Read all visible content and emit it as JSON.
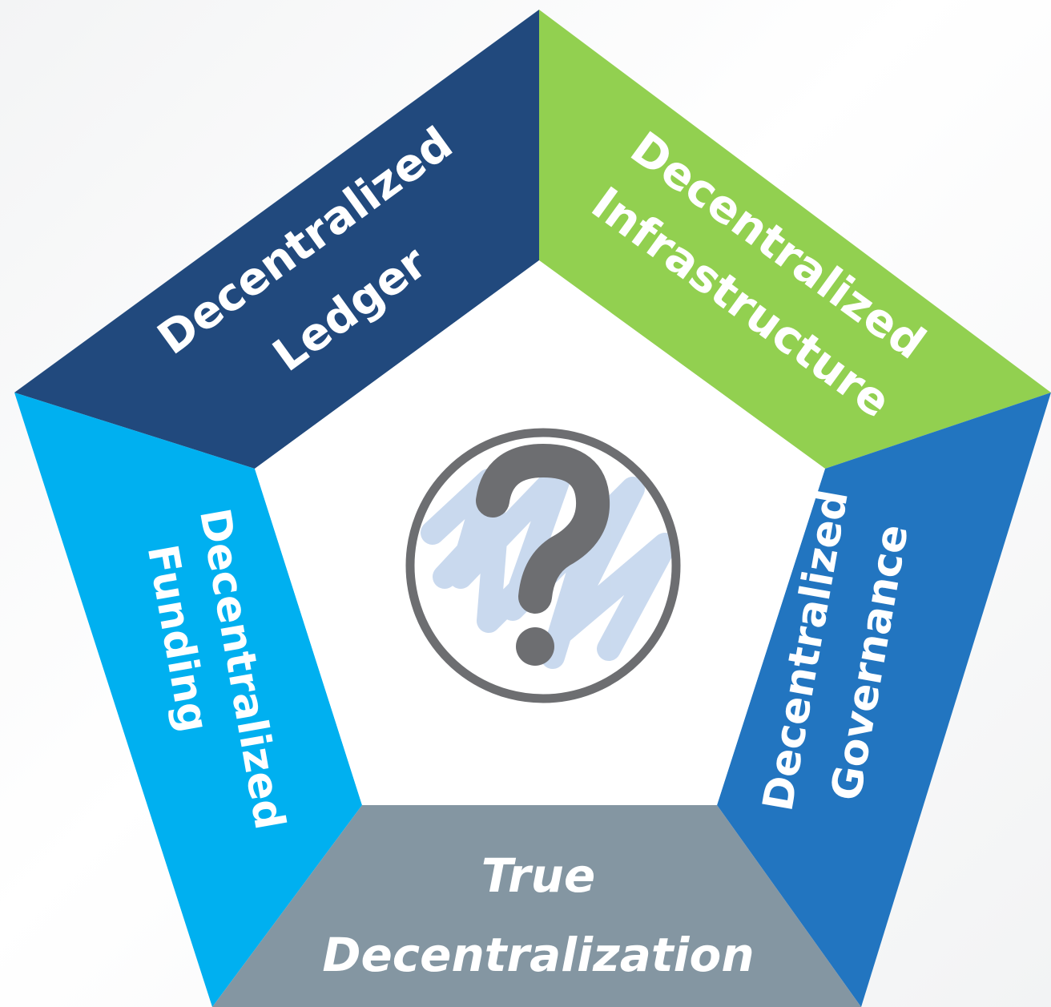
{
  "diagram": {
    "segments": {
      "ledger": {
        "line1": "Decentralized",
        "line2": "Ledger",
        "color": "#21497d"
      },
      "infrastructure": {
        "line1": "Decentralized",
        "line2": "Infrastructure",
        "color": "#92d050"
      },
      "governance": {
        "line1": "Decentralized",
        "line2": "Governance",
        "color": "#2275c0"
      },
      "funding": {
        "line1": "Decentralized",
        "line2": "Funding",
        "color": "#00b0f0"
      },
      "bottom": {
        "line1": "True",
        "line2": "Decentralization",
        "color": "#8496a2"
      }
    },
    "center": {
      "icon": "question-mark-icon",
      "inner_background": "#ffffff",
      "circle_color": "#6d6e71",
      "scribble_color": "#c7d8ee"
    }
  }
}
